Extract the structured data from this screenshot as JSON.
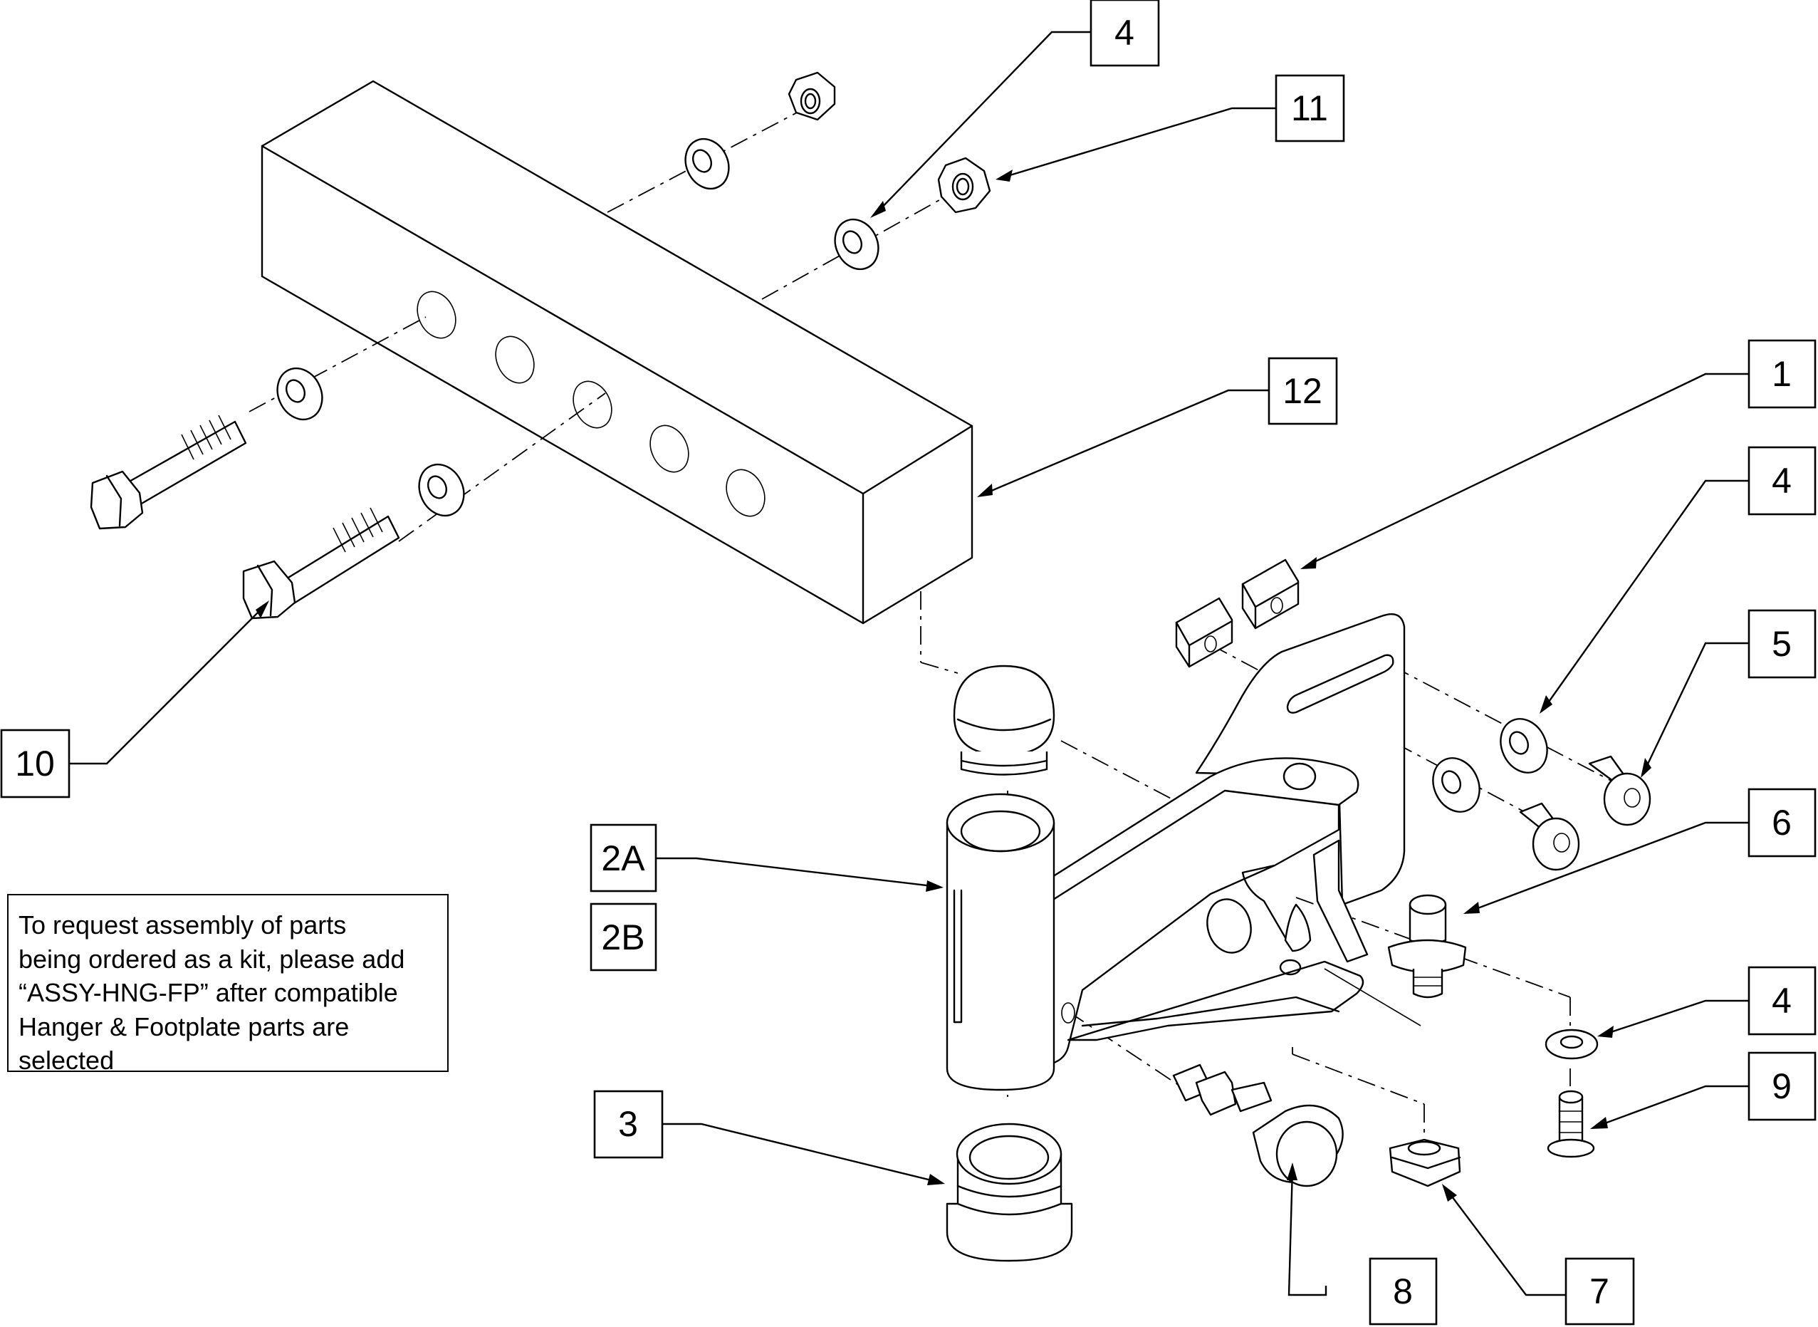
{
  "callouts": [
    {
      "id": "c4-top",
      "label": "4"
    },
    {
      "id": "c11",
      "label": "11"
    },
    {
      "id": "c12",
      "label": "12"
    },
    {
      "id": "c1",
      "label": "1"
    },
    {
      "id": "c4-b",
      "label": "4"
    },
    {
      "id": "c5",
      "label": "5"
    },
    {
      "id": "c6",
      "label": "6"
    },
    {
      "id": "c4-c",
      "label": "4"
    },
    {
      "id": "c9",
      "label": "9"
    },
    {
      "id": "c10",
      "label": "10"
    },
    {
      "id": "c2a",
      "label": "2A"
    },
    {
      "id": "c2b",
      "label": "2B"
    },
    {
      "id": "c3",
      "label": "3"
    },
    {
      "id": "c8",
      "label": "8"
    },
    {
      "id": "c7",
      "label": "7"
    }
  ],
  "note": {
    "lines": [
      "To request assembly of parts",
      "being ordered as a kit, please add",
      "“ASSY-HNG-FP” after compatible",
      "Hanger & Footplate parts are",
      "selected"
    ]
  }
}
